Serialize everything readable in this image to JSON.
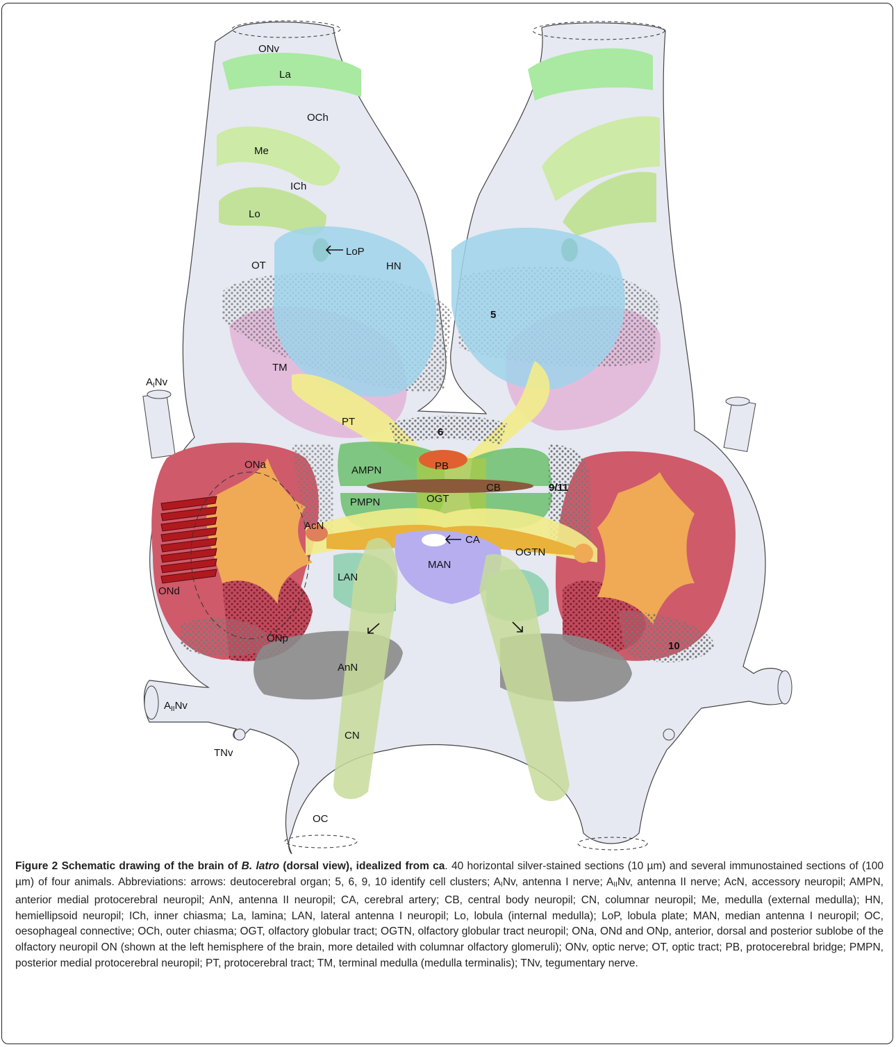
{
  "figure": {
    "labels": {
      "ONv": "ONv",
      "La": "La",
      "OCh": "OCh",
      "Me": "Me",
      "ICh": "ICh",
      "Lo": "Lo",
      "LoP": "LoP",
      "HN": "HN",
      "OT": "OT",
      "TM": "TM",
      "PT": "PT",
      "ANv_main": "A",
      "ANv_sub": "I",
      "ANv_tail": "Nv",
      "AIINv_main": "A",
      "AIINv_sub": "II",
      "AIINv_tail": "Nv",
      "TNv": "TNv",
      "OC": "OC",
      "ONa": "ONa",
      "ONd": "ONd",
      "ONp": "ONp",
      "AcN": "AcN",
      "AMPN": "AMPN",
      "PMPN": "PMPN",
      "PB": "PB",
      "CB": "CB",
      "OGT": "OGT",
      "CA": "CA",
      "OGTN": "OGTN",
      "MAN": "MAN",
      "LAN": "LAN",
      "AnN": "AnN",
      "CN": "CN",
      "c5": "5",
      "c6": "6",
      "c9_11": "9/11",
      "c10": "10"
    },
    "colors": {
      "outline_fill": "#e6e9f1",
      "lamina": "#a9e9a2",
      "medulla": "#cdeaa6",
      "lobula": "#c2e29a",
      "lobula_plate": "#4e9e4e",
      "hemiellipsoid": "#9fd3ea",
      "terminal_medulla": "#e2b7d9",
      "tract": "#f2ec8a",
      "olfactory": "#cf5a6a",
      "olfactory_core": "#f0a955",
      "ogt": "#e9b23a",
      "median_an": "#b7aef0",
      "lateral_an": "#8fd0b0",
      "columnar": "#c7db9a",
      "antenna2": "#8b8b8b",
      "central_body": "#8a5a3a",
      "bridge": "#e0612f",
      "protocerebral": "#6bbf6f"
    }
  },
  "caption": {
    "title_pre": "Figure 2 Schematic drawing of the brain of ",
    "title_italic": "B. latro",
    "title_post": " (dorsal view), idealized from ca",
    "p1": ". 40 horizontal silver-stained sections (10 µm) and several immunostained sections of (100 µm) of four animals. Abbreviations: arrows: deutocerebral organ; 5, 6, 9, 10 identify cell clusters; A",
    "p1_sub": "I",
    "p2": "Nv, antenna I nerve; A",
    "p2_sub": "II",
    "p3": "Nv, antenna II nerve; AcN, accessory neuropil; AMPN, anterior medial protocerebral neuropil; AnN, antenna II neuropil; CA, cerebral artery; CB, central body neuropil; CN, columnar neuropil; Me, medulla (external medulla); HN, hemiellipsoid neuropil; ICh, inner chiasma; La, lamina; LAN, lateral antenna I neuropil; Lo, lobula (internal medulla); LoP, lobula plate; MAN, median antenna I neuropil; OC, oesophageal connective; OCh, outer chiasma; OGT, olfactory globular tract; OGTN, olfactory globular tract neuropil; ONa, ONd and ONp, anterior, dorsal and posterior sublobe of the olfactory neuropil ON (shown at the left hemisphere of the brain, more detailed with columnar olfactory glomeruli); ONv, optic nerve; OT, optic tract; PB, protocerebral bridge; PMPN, posterior medial protocerebral neuropil; PT, protocerebral tract; TM, terminal medulla (medulla terminalis); TNv, tegumentary nerve."
  }
}
